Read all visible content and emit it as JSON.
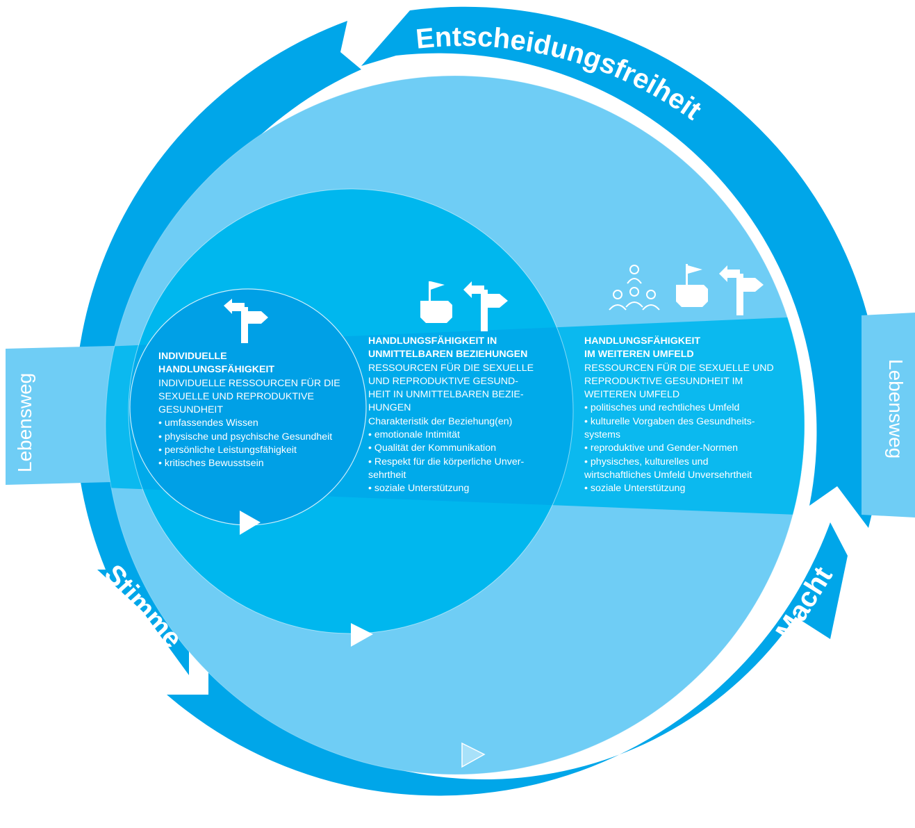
{
  "colors": {
    "outer_ring": "#00a6e9",
    "light_fill": "#6fcdf5",
    "mid_fill": "#00b7ee",
    "inner_fill": "#00a0e6",
    "white": "#ffffff"
  },
  "ring_labels": {
    "top": "Entscheidungsfreiheit",
    "left_bottom": "Stimme",
    "right_bottom": "Macht",
    "band_left": "Lebensweg",
    "band_right": "Lebensweg"
  },
  "sections": {
    "individual": {
      "icons": [
        "signpost-icon"
      ],
      "heading": [
        "INDIVIDUELLE",
        "HANDLUNGSFÄHIGKEIT"
      ],
      "lines": [
        "INDIVIDUELLE RESSOURCEN FÜR DIE",
        "SEXUELLE UND REPRODUKTIVE",
        "GESUNDHEIT",
        "• umfassendes Wissen",
        "• physische und psychische Gesundheit",
        "• persönliche Leistungsfähigkeit",
        "• kritisches Bewusstsein"
      ]
    },
    "relationships": {
      "icons": [
        "hand-flag-icon",
        "signpost-icon"
      ],
      "heading": [
        "HANDLUNGSFÄHIGKEIT IN",
        "UNMITTELBAREN BEZIEHUNGEN"
      ],
      "lines": [
        "RESSOURCEN FÜR DIE SEXUELLE",
        "UND REPRODUKTIVE GESUND-",
        "HEIT IN UNMITTELBAREN BEZIE-",
        "HUNGEN",
        "Charakteristik der Beziehung(en)",
        "• emotionale Intimität",
        "• Qualität der Kommunikation",
        "• Respekt für die körperliche Unver-",
        "sehrtheit",
        "• soziale Unterstützung"
      ]
    },
    "environment": {
      "icons": [
        "people-network-icon",
        "hand-flag-icon",
        "signpost-icon"
      ],
      "heading": [
        "HANDLUNGSFÄHIGKEIT",
        "IM WEITEREN UMFELD"
      ],
      "lines": [
        "RESSOURCEN FÜR DIE SEXUELLE UND",
        "REPRODUKTIVE GESUNDHEIT IM",
        "WEITEREN UMFELD",
        "• politisches und rechtliches Umfeld",
        "• kulturelle Vorgaben des Gesundheits-",
        "systems",
        "• reproduktive und Gender-Normen",
        "• physisches, kulturelles und",
        "wirtschaftliches Umfeld Unversehrtheit",
        "• soziale Unterstützung"
      ]
    }
  }
}
